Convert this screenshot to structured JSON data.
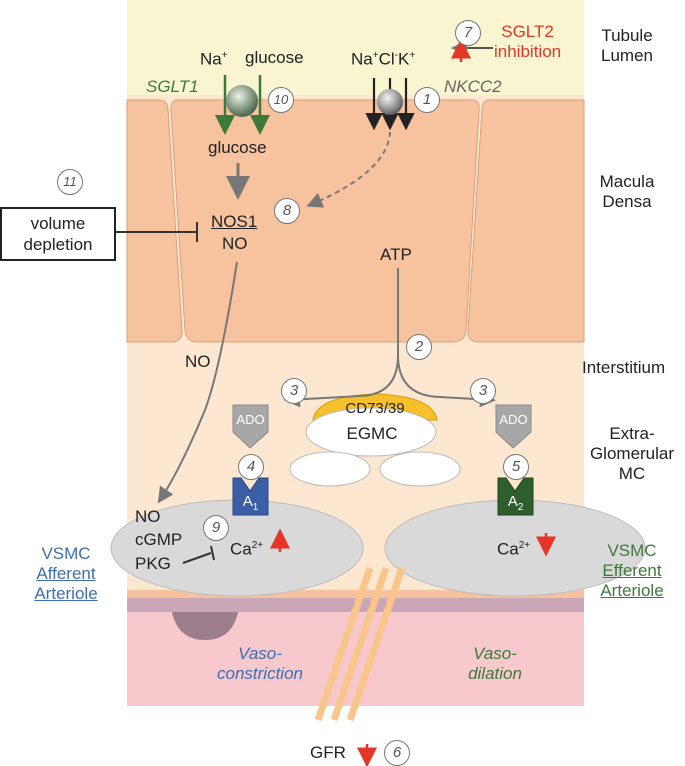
{
  "regions": {
    "tubule_lumen": "Tubule\nLumen",
    "macula_densa": "Macula\nDensa",
    "interstitium": "Interstitium",
    "egmc": "Extra-\nGlomerular\nMC",
    "vsmc_afferent": [
      "VSMC",
      "Afferent",
      "Arteriole"
    ],
    "vsmc_efferent": [
      "VSMC",
      "Efferent",
      "Arteriole"
    ]
  },
  "lumen": {
    "na": "Na",
    "na_sup": "+",
    "glucose": "glucose",
    "sglt1": "SGLT1",
    "nkcc2": "NKCC2",
    "ion_na": "Na",
    "ion_na_sup": "+",
    "ion_cl": "Cl",
    "ion_cl_sup": "-",
    "ion_k": "K",
    "ion_k_sup": "+",
    "sglt2_inhibition": "SGLT2\ninhibition"
  },
  "macula": {
    "glucose": "glucose",
    "nos1": "NOS1",
    "no": "NO",
    "atp": "ATP",
    "volume_depletion": "volume\ndepletion"
  },
  "interstitium": {
    "no": "NO",
    "ado_left": "ADO",
    "ado_right": "ADO",
    "cd73": "CD73/39",
    "egmc": "EGMC",
    "a1": "A",
    "a1_sub": "1",
    "a2": "A",
    "a2_sub": "2"
  },
  "vsmc": {
    "no": "NO",
    "cgmp": "cGMP",
    "pkg": "PKG",
    "ca_left": "Ca",
    "ca_left_sup": "2+",
    "ca_right": "Ca",
    "ca_right_sup": "2+"
  },
  "effects": {
    "vasoconstriction": "Vaso-\nconstriction",
    "vasodilation": "Vaso-\ndilation",
    "gfr": "GFR"
  },
  "steps": [
    "1",
    "2",
    "3",
    "3",
    "4",
    "5",
    "6",
    "7",
    "8",
    "9",
    "10",
    "11"
  ],
  "colors": {
    "lumen": "#f8f5d0",
    "cells": "#f7c39e",
    "interstitium": "#fde7d0",
    "membrane": "#c9a7b7",
    "vessel": "#f7c9cc",
    "green": "#3d7a3a",
    "red": "#e53527",
    "blue": "#3f6db3",
    "cd73": "#f6c02a"
  },
  "icons": [
    "sphere-transporter-icon",
    "up-arrow-icon",
    "down-arrow-icon",
    "ado-pentagon-icon",
    "receptor-icon"
  ]
}
